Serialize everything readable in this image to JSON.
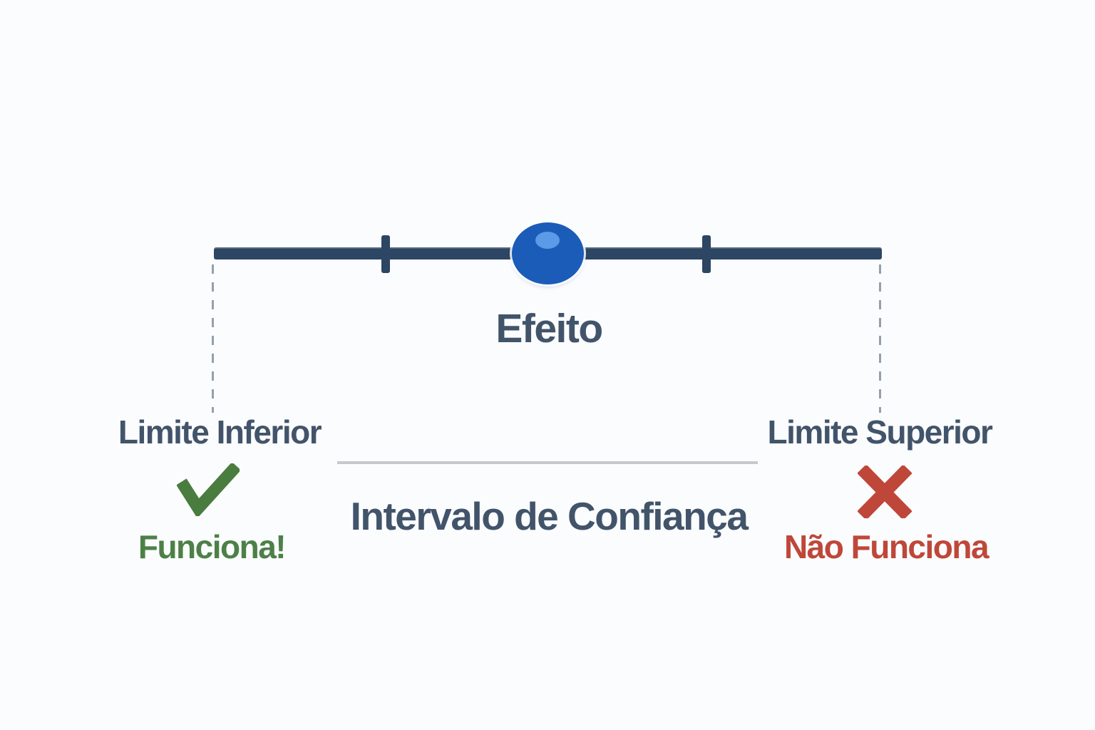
{
  "colors": {
    "background": "#fbfcfe",
    "interval-line": "#2c4663",
    "point-fill": "#1a5cb8",
    "point-highlight": "#5b9ae6",
    "heading-text": "#42546a",
    "success": "#4d8046",
    "check": "#4a7c3f",
    "danger": "#bf4739",
    "dashed-guide": "#92a0ac",
    "divider": "#c6c8cc"
  },
  "diagram": {
    "point_label": "Efeito",
    "interval_label": "Intervalo de Confiança",
    "lower_bound": {
      "label": "Limite Inferior",
      "verdict": "Funciona!",
      "icon": "check-icon"
    },
    "upper_bound": {
      "label": "Limite Superior",
      "verdict": "Não Funciona",
      "icon": "x-icon"
    }
  }
}
